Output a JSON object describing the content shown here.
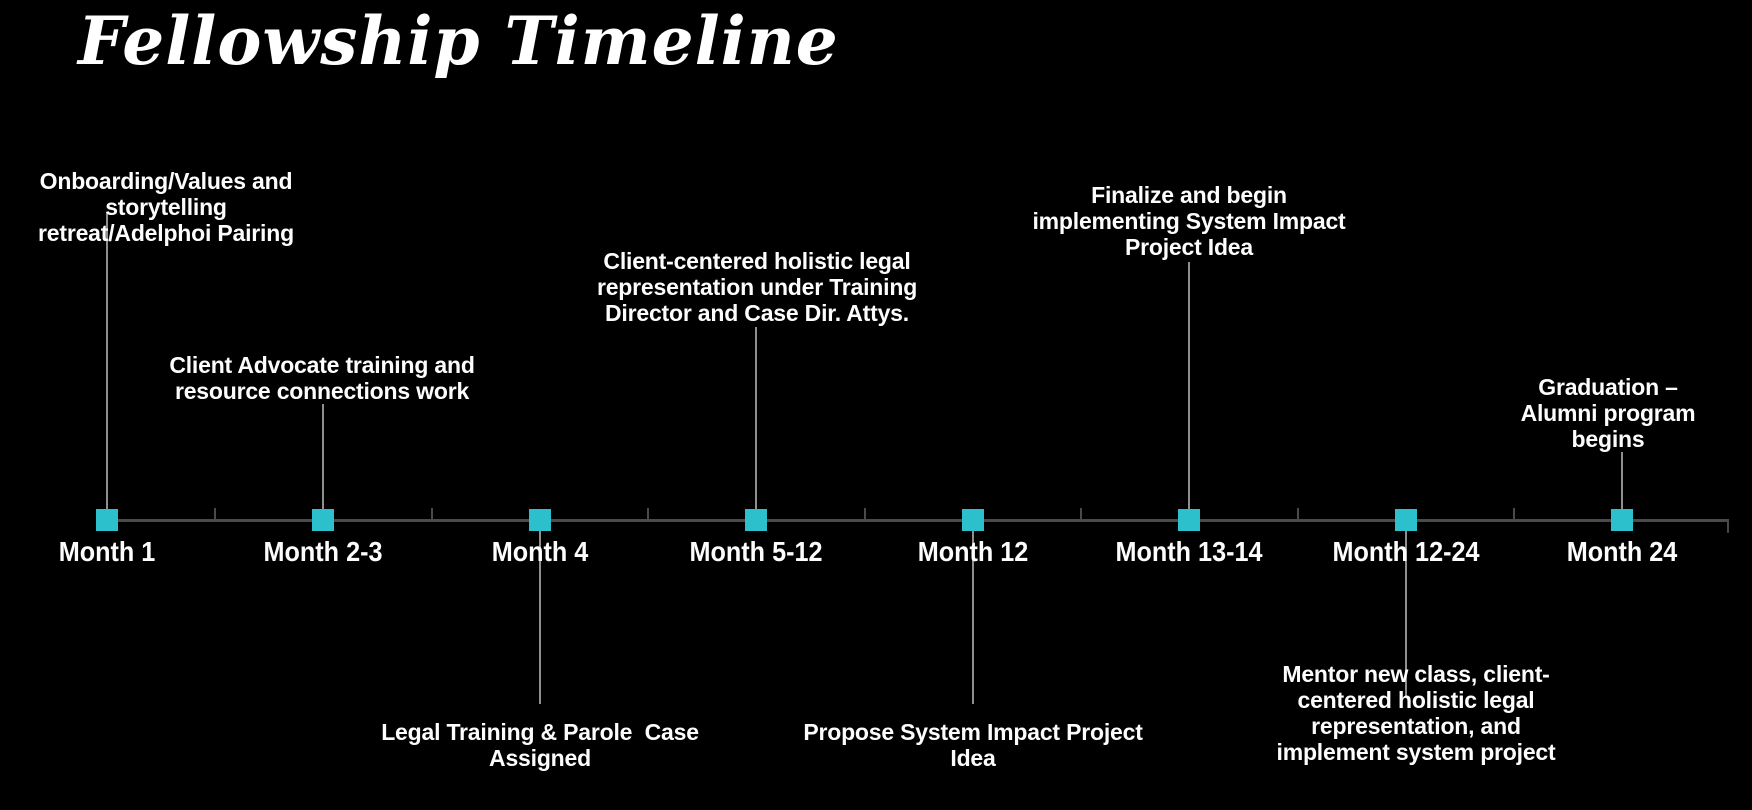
{
  "title": "Fellowship Timeline",
  "colors": {
    "background": "#000000",
    "text": "#fdfdfd",
    "marker": "#2bc0cc",
    "axis_line": "#4a4a4a",
    "connector_line": "#8f8f8f"
  },
  "timeline": {
    "milestones": [
      {
        "month": "Month 1",
        "side": "above",
        "lines": [
          "Onboarding/Values and",
          "storytelling",
          "retreat/Adelphoi Pairing"
        ]
      },
      {
        "month": "Month 2-3",
        "side": "above",
        "lines": [
          "Client Advocate training and",
          "resource connections work"
        ]
      },
      {
        "month": "Month 4",
        "side": "below",
        "lines": [
          "Legal Training & Parole  Case",
          "Assigned"
        ]
      },
      {
        "month": "Month 5-12",
        "side": "above",
        "lines": [
          "Client-centered holistic legal",
          "representation under Training",
          "Director and Case Dir. Attys."
        ]
      },
      {
        "month": "Month 12",
        "side": "below",
        "lines": [
          "Propose System Impact Project",
          "Idea"
        ]
      },
      {
        "month": "Month 13-14",
        "side": "above",
        "lines": [
          "Finalize and begin",
          "implementing System Impact",
          "Project Idea"
        ]
      },
      {
        "month": "Month 12-24",
        "side": "below",
        "lines": [
          "Mentor new class, client-",
          "centered holistic legal",
          "representation, and",
          "implement system project"
        ]
      },
      {
        "month": "Month 24",
        "side": "above",
        "lines": [
          "Graduation –",
          "Alumni program",
          "begins"
        ]
      }
    ]
  }
}
